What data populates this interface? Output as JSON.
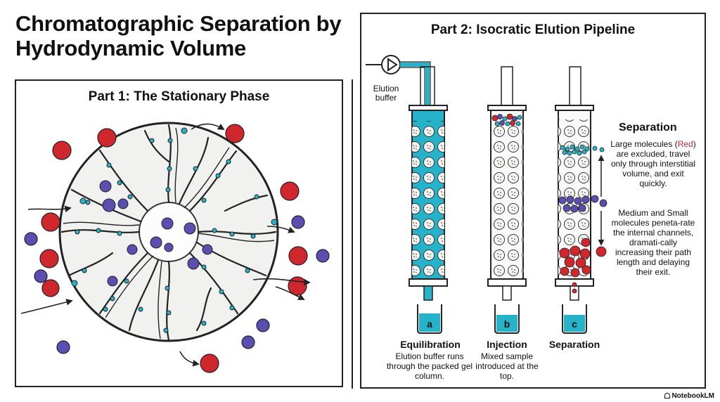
{
  "title": "Chromatographic Separation by Hydrodynamic Volume",
  "part1": {
    "title": "Part 1: The Stationary Phase"
  },
  "part2": {
    "title": "Part 2: Isocratic Elution Pipeline",
    "buffer_label": "Elution buffer",
    "columns": [
      {
        "letter": "a",
        "title": "Equilibration",
        "caption": "Elution buffer runs through the packed gel column."
      },
      {
        "letter": "b",
        "title": "Injection",
        "caption": "Mixed sample introduced at the top."
      },
      {
        "letter": "c",
        "title": "Separation",
        "caption": ""
      }
    ],
    "separation": {
      "heading": "Separation",
      "large_before": "Large molecules (",
      "large_red": "Red",
      "large_after": ") are excluded, travel only through interstitial volume, and exit quickly.",
      "small": "Medium and Small molecules peneta-rate the internal channels, dramati-cally increasing their path length and delaying their exit."
    }
  },
  "colors": {
    "cyan": "#26b2c9",
    "red": "#d0262e",
    "purple": "#5a4fb0",
    "bead": "#f1f1ef",
    "ink": "#222222"
  },
  "logo": "NotebookLM"
}
